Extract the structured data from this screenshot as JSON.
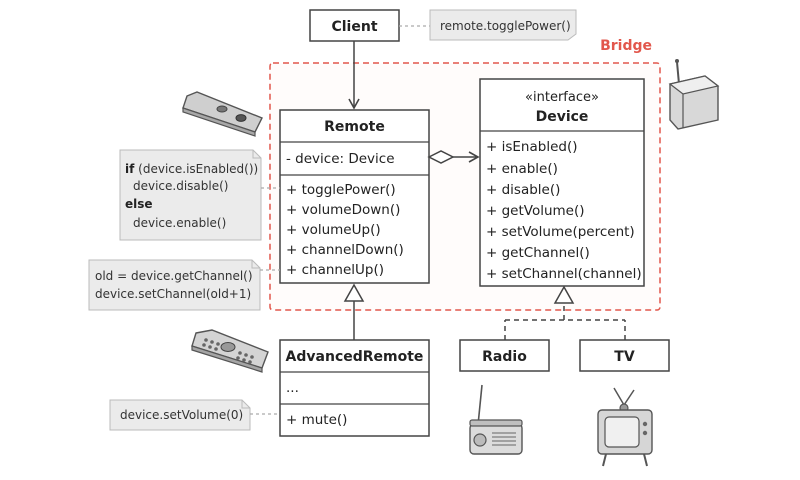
{
  "client": {
    "title": "Client",
    "note": "remote.togglePower()"
  },
  "bridge_label": "Bridge",
  "remote": {
    "title": "Remote",
    "fields": [
      "- device: Device"
    ],
    "methods": [
      "+ togglePower()",
      "+ volumeDown()",
      "+ volumeUp()",
      "+ channelDown()",
      "+ channelUp()"
    ]
  },
  "device": {
    "stereotype": "«interface»",
    "title": "Device",
    "methods": [
      "+ isEnabled()",
      "+ enable()",
      "+ disable()",
      "+ getVolume()",
      "+ setVolume(percent)",
      "+ getChannel()",
      "+ setChannel(channel)"
    ]
  },
  "advanced_remote": {
    "title": "AdvancedRemote",
    "fields": [
      "..."
    ],
    "methods": [
      "+ mute()"
    ]
  },
  "radio": {
    "title": "Radio"
  },
  "tv": {
    "title": "TV"
  },
  "notes": {
    "toggle": {
      "kw_if": "if",
      "line1_rest": " (device.isEnabled())",
      "line2": "device.disable()",
      "kw_else": "else",
      "line4": "device.enable()"
    },
    "channel": {
      "line1": "old = device.getChannel()",
      "line2": "device.setChannel(old+1)"
    },
    "mute": {
      "line1": "device.setVolume(0)"
    }
  },
  "icons": [
    "remote-simple-icon",
    "remote-advanced-icon",
    "router-device-icon",
    "radio-icon",
    "tv-icon"
  ],
  "colors": {
    "bridge": "#e2574c",
    "box_border": "#444444",
    "box_fill": "#ffffff",
    "note_fill": "#ebebeb",
    "note_border": "#bbbbbb"
  }
}
